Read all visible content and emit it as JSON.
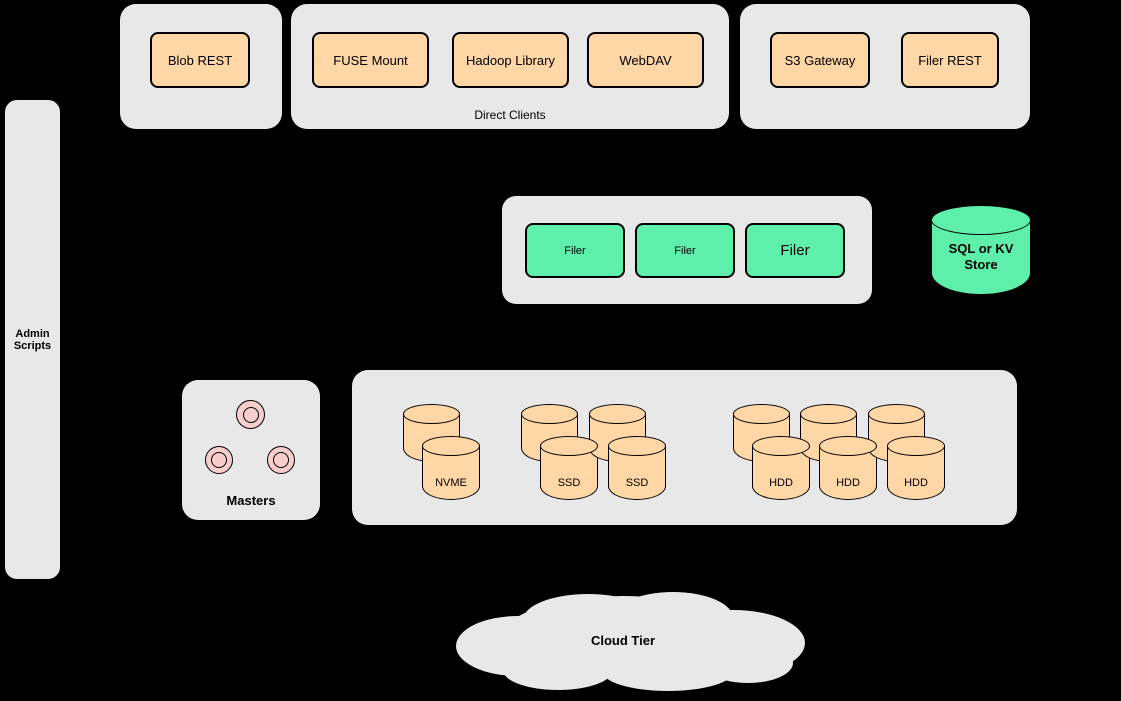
{
  "colors": {
    "background": "#000000",
    "container_fill": "#e8e8e8",
    "client_node_fill": "#ffd6a5",
    "filer_node_fill": "#5ef0ab",
    "master_node_fill": "#f8cecc",
    "border": "#000000"
  },
  "admin_panel": {
    "label": "Admin\nScripts"
  },
  "client_groups": {
    "blob": {
      "nodes": [
        {
          "label": "Blob REST"
        }
      ]
    },
    "direct_clients": {
      "caption": "Direct Clients",
      "nodes": [
        {
          "label": "FUSE Mount"
        },
        {
          "label": "Hadoop Library"
        },
        {
          "label": "WebDAV"
        }
      ]
    },
    "gateways": {
      "nodes": [
        {
          "label": "S3 Gateway"
        },
        {
          "label": "Filer REST"
        }
      ]
    }
  },
  "filer_group": {
    "nodes": [
      {
        "label": "Filer"
      },
      {
        "label": "Filer"
      },
      {
        "label": "Filer"
      }
    ]
  },
  "store": {
    "label": "SQL or KV\nStore"
  },
  "masters": {
    "label": "Masters"
  },
  "volume_group": {
    "disks": [
      {
        "label": "NVME"
      },
      {
        "label": "SSD"
      },
      {
        "label": "SSD"
      },
      {
        "label": "HDD"
      },
      {
        "label": "HDD"
      },
      {
        "label": "HDD"
      }
    ]
  },
  "cloud": {
    "label": "Cloud Tier"
  }
}
